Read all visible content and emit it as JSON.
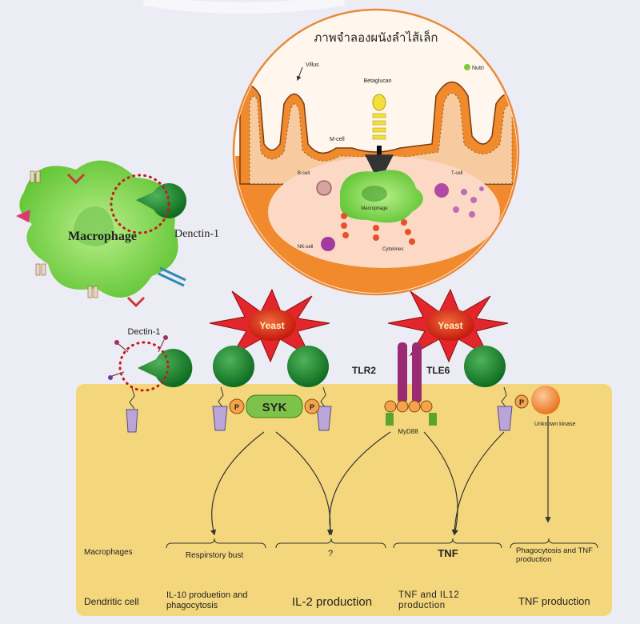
{
  "inset": {
    "title": "ภาพจำลองผนังลำไส้เล็ก",
    "villus": "Villus",
    "nutrient": "Nutri",
    "betaglucan": "Betaglucan",
    "m_cell": "M-cell",
    "b_cell": "B-cell",
    "t_cell": "T-cell",
    "macrophage": "Macrophage",
    "nk_cell": "NK-cell",
    "cytokines": "Cytokines"
  },
  "left": {
    "macrophage": "Macrophage",
    "dectin_label": "Denctin-1"
  },
  "pathway": {
    "dectin1": "Dectin-1",
    "yeast1": "Yeast",
    "yeast2": "Yeast",
    "syk": "SYK",
    "p": "P",
    "tlr2": "TLR2",
    "tle6": "TLE6",
    "myd88": "MyD88",
    "unknown_kinase": "Unknown kinase",
    "q": "?"
  },
  "outcomes": {
    "macrophages_label": "Macrophages",
    "respiratory": "Respirstory bust",
    "tnf": "TNF",
    "phago_tnf": "Phagocytosis and TNF production",
    "dendritic_label": "Dendritic cell",
    "il10": "IL-10 produetion and phagocytosis",
    "il2": "IL-2 production",
    "tnf_il12": "TNF and IL12 production",
    "tnf_prod": "TNF production"
  }
}
